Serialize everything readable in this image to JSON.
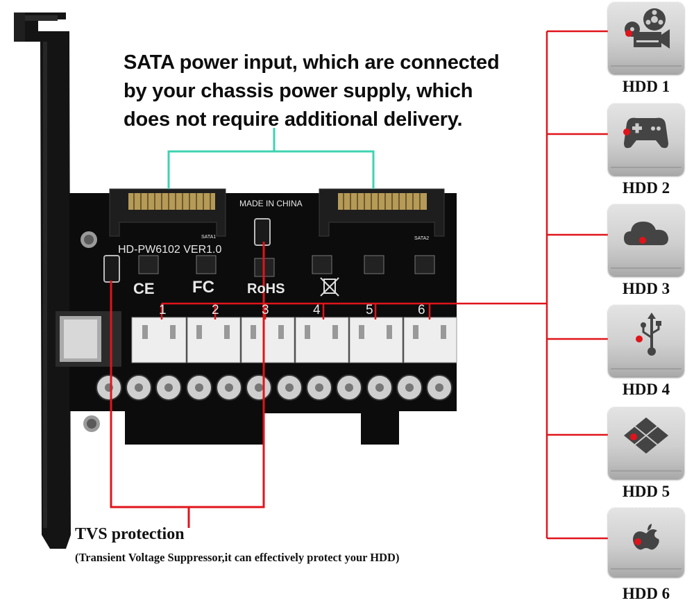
{
  "heading": {
    "lines": [
      "SATA power input, which are connected",
      "by your chassis power supply, which",
      "does not require additional delivery."
    ]
  },
  "board": {
    "model_label": "HD-PW6102  VER1.0",
    "made_in": "MADE IN CHINA",
    "cert_ce": "CE",
    "cert_fc": "FC",
    "cert_rohs": "RoHS",
    "sata1_label": "SATA1",
    "sata2_label": "SATA2",
    "port_numbers": [
      "1",
      "2",
      "3",
      "4",
      "5",
      "6"
    ]
  },
  "tvs": {
    "title": "TVS protection",
    "subtitle": "(Transient Voltage Suppressor,it can effectively protect your HDD)"
  },
  "drives": [
    {
      "label": "HDD 1",
      "icon": "film-projector-icon"
    },
    {
      "label": "HDD 2",
      "icon": "gamepad-icon"
    },
    {
      "label": "HDD 3",
      "icon": "cloud-icon"
    },
    {
      "label": "HDD 4",
      "icon": "usb-icon"
    },
    {
      "label": "HDD 5",
      "icon": "windows-diamond-icon"
    },
    {
      "label": "HDD 6",
      "icon": "apple-icon"
    }
  ],
  "colors": {
    "callout_red": "#e0141b",
    "callout_teal": "#3fd3b0",
    "pcb": "#0c0c0c"
  }
}
